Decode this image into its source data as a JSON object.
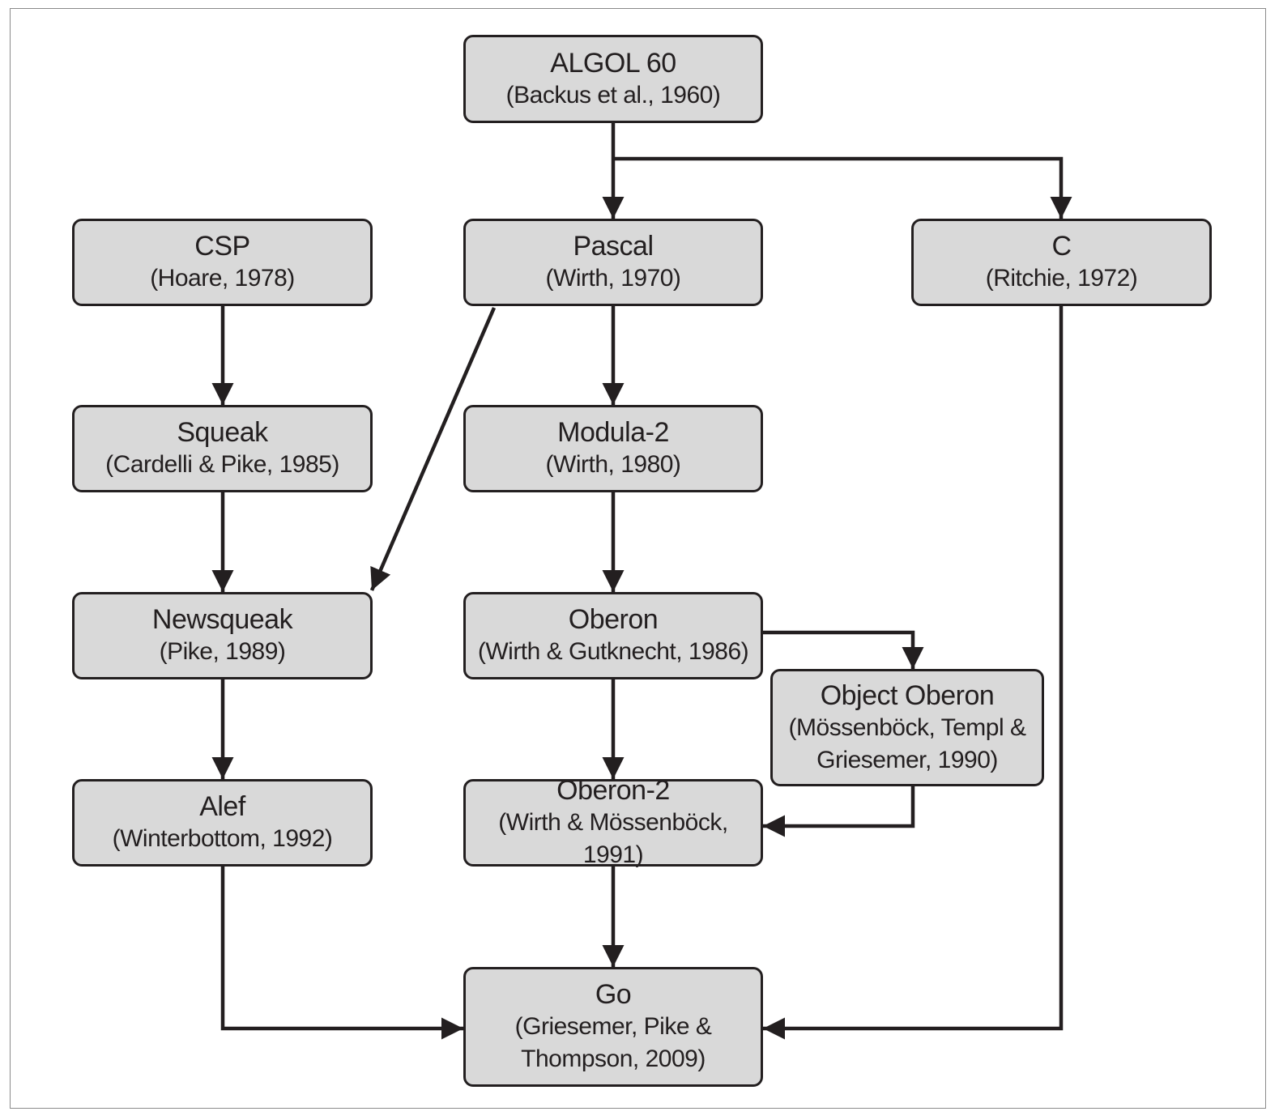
{
  "nodes": {
    "algol60": {
      "name": "ALGOL 60",
      "cite": "(Backus et al., 1960)"
    },
    "pascal": {
      "name": "Pascal",
      "cite": "(Wirth, 1970)"
    },
    "c": {
      "name": "C",
      "cite": "(Ritchie, 1972)"
    },
    "csp": {
      "name": "CSP",
      "cite": "(Hoare, 1978)"
    },
    "squeak": {
      "name": "Squeak",
      "cite": "(Cardelli & Pike, 1985)"
    },
    "modula2": {
      "name": "Modula-2",
      "cite": "(Wirth, 1980)"
    },
    "newsqueak": {
      "name": "Newsqueak",
      "cite": "(Pike, 1989)"
    },
    "oberon": {
      "name": "Oberon",
      "cite": "(Wirth & Gutknecht, 1986)"
    },
    "objectoberon": {
      "name": "Object Oberon",
      "cite_line1": "(Mössenböck, Templ &",
      "cite_line2": "Griesemer, 1990)"
    },
    "alef": {
      "name": "Alef",
      "cite": "(Winterbottom, 1992)"
    },
    "oberon2": {
      "name": "Oberon-2",
      "cite": "(Wirth & Mössenböck, 1991)"
    },
    "go": {
      "name": "Go",
      "cite_line1": "(Griesemer, Pike &",
      "cite_line2": "Thompson, 2009)"
    }
  },
  "colors": {
    "node_fill": "#d9d9d9",
    "stroke": "#231f20",
    "frame": "#8a8a8a"
  }
}
